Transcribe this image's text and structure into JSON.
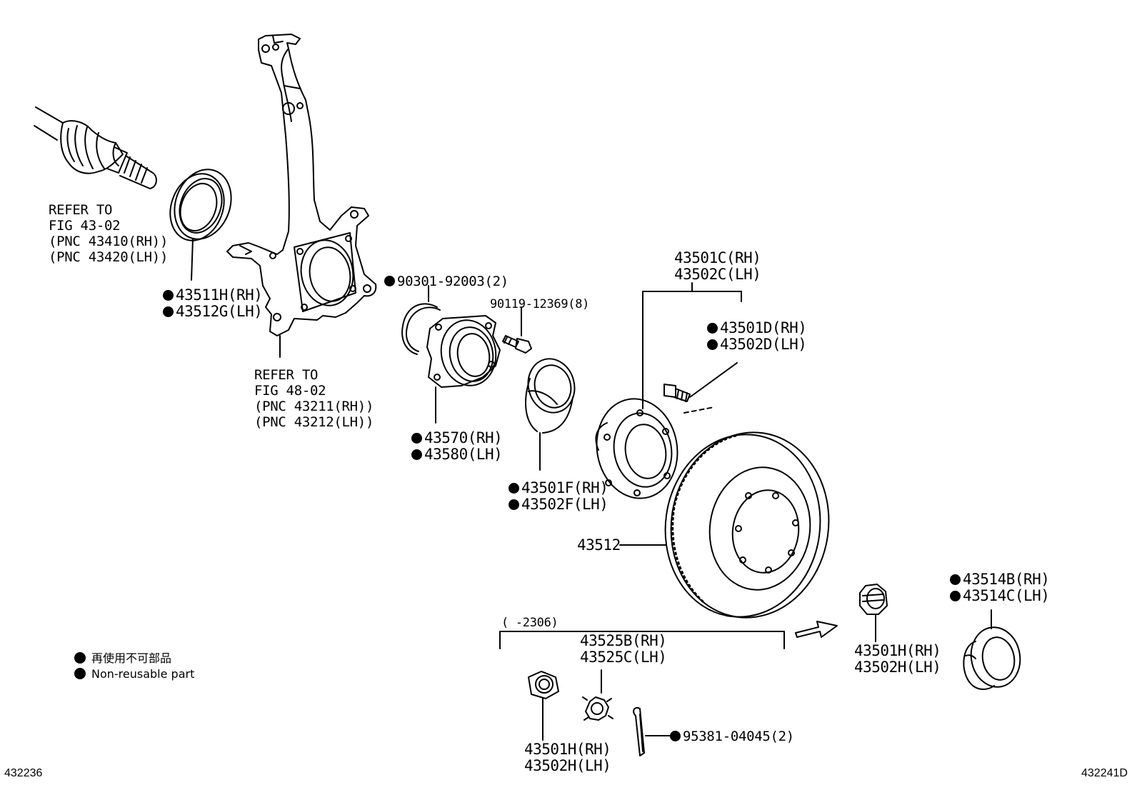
{
  "callouts": {
    "drive_shaft_ref": [
      "REFER TO",
      "FIG 43-02",
      "(PNC 43410(RH))",
      "(PNC 43420(LH))"
    ],
    "knuckle_ref": [
      "REFER TO",
      "FIG 48-02",
      "(PNC 43211(RH))",
      "(PNC 43212(LH))"
    ],
    "oil_seal": [
      "43511H(RH)",
      "43512G(LH)"
    ],
    "snap_ring": "90301-92003(2)",
    "bolt": "90119-12369(8)",
    "hub_bearing": [
      "43570(RH)",
      "43580(LH)"
    ],
    "hub_cap_seal": [
      "43501F(RH)",
      "43502F(LH)"
    ],
    "hub_assy": [
      "43501C(RH)",
      "43502C(LH)"
    ],
    "hub_bolt": [
      "43501D(RH)",
      "43502D(LH)"
    ],
    "disc": "43512",
    "date_range": "(      -2306)",
    "lock_nut_set": [
      "43525B(RH)",
      "43525C(LH)"
    ],
    "nut_lower": [
      "43501H(RH)",
      "43502H(LH)"
    ],
    "cotter_pin": "95381-04045(2)",
    "nut_right": [
      "43501H(RH)",
      "43502H(LH)"
    ],
    "grease_cap": [
      "43514B(RH)",
      "43514C(LH)"
    ]
  },
  "legend": {
    "japanese": "再使用不可部品",
    "english": "Non-reusable part"
  },
  "figure_codes": {
    "left": "432236",
    "right": "432241D"
  }
}
